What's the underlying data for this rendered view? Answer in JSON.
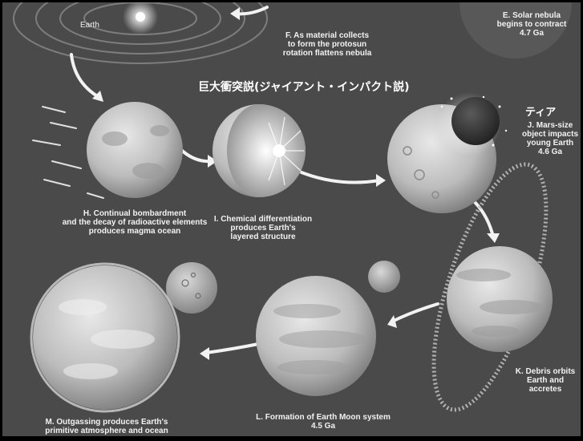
{
  "earth_label": "Earth",
  "title_jp": "巨大衝突説(ジャイアント・インパクト説)",
  "theia_jp": "ティア",
  "captions": {
    "E": "E. Solar nebula\nbegins to contract\n4.7 Ga",
    "F": "F. As material collects\nto form the protosun\nrotation flattens nebula",
    "H": "H. Continual bombardment\nand the decay of radioactive elements\nproduces magma ocean",
    "I": "I. Chemical differentiation\nproduces Earth's\nlayered structure",
    "J": "J. Mars-size\nobject impacts\nyoung Earth\n4.6 Ga",
    "K": "K. Debris orbits\nEarth and\naccretes",
    "L": "L. Formation of Earth Moon system\n4.5 Ga",
    "M": "M. Outgassing produces Earth's\nprimitive atmosphere and ocean"
  }
}
